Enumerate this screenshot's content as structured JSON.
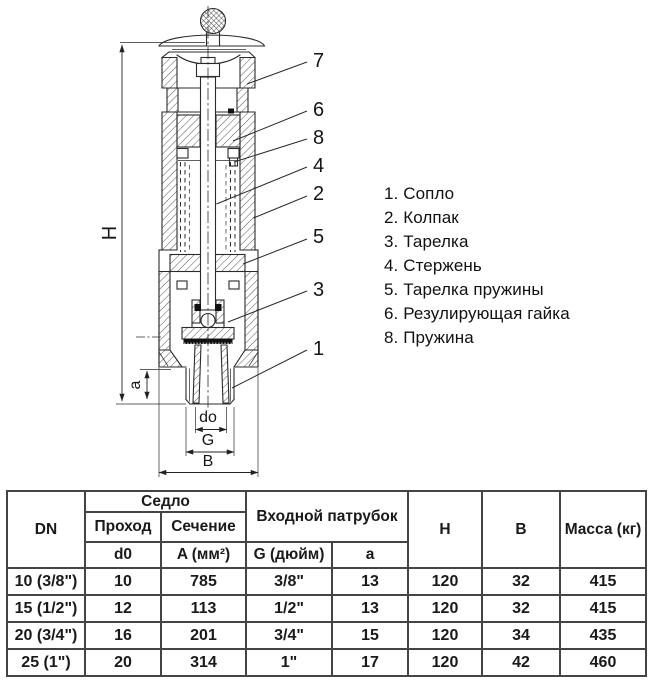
{
  "drawing": {
    "callouts": [
      "7",
      "6",
      "8",
      "4",
      "2",
      "5",
      "3",
      "1"
    ],
    "dims": {
      "H": "H",
      "a": "a",
      "do": "do",
      "G": "G",
      "B": "B"
    }
  },
  "parts_list": {
    "items": [
      "1. Сопло",
      "2. Колпак",
      "3. Тарелка",
      "4. Стержень",
      "5. Тарелка пружины",
      "6. Резулирующая гайка",
      "8. Пружина"
    ]
  },
  "table": {
    "header": {
      "dn": "DN",
      "sedlo": "Седло",
      "prohod": "Проход",
      "sechenie": "Сечение",
      "d0": "d0",
      "a_mm2": "A (мм²)",
      "inlet": "Входной патрубок",
      "g_inch": "G (дюйм)",
      "a": "a",
      "h": "H",
      "b": "B",
      "mass": "Масса (кг)"
    },
    "rows": [
      [
        "10 (3/8\")",
        "10",
        "785",
        "3/8\"",
        "13",
        "120",
        "32",
        "415"
      ],
      [
        "15 (1/2\")",
        "12",
        "113",
        "1/2\"",
        "13",
        "120",
        "32",
        "415"
      ],
      [
        "20 (3/4\")",
        "16",
        "201",
        "3/4\"",
        "15",
        "120",
        "34",
        "435"
      ],
      [
        "25 (1\")",
        "20",
        "314",
        "1\"",
        "17",
        "120",
        "42",
        "460"
      ]
    ]
  },
  "colors": {
    "line": "#2b2b2b",
    "text": "#1a1a1a",
    "table_border": "#444444"
  }
}
